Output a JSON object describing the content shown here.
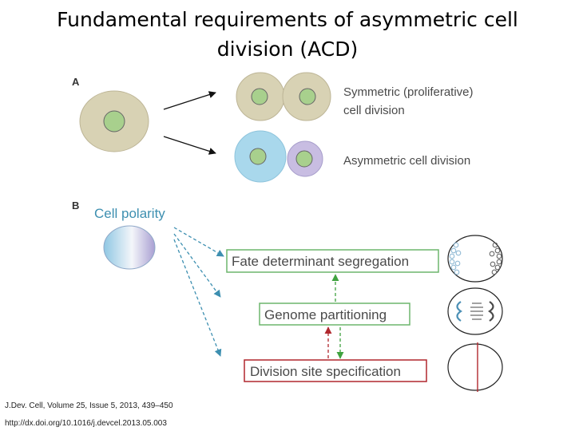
{
  "title": {
    "line1": "Fundamental requirements of asymmetric cell",
    "line2": "division (ACD)"
  },
  "panel_a": {
    "label": "A",
    "symmetric_line1": "Symmetric (proliferative)",
    "symmetric_line2": "cell division",
    "asymmetric": "Asymmetric cell division"
  },
  "panel_b": {
    "label": "B",
    "polarity": "Cell polarity",
    "fate": "Fate determinant segregation",
    "genome": "Genome partitioning",
    "division_site": "Division site specification"
  },
  "citation": {
    "line1": "J.Dev. Cell, Volume 25, Issue 5, 2013, 439–450",
    "line2": "http://dx.doi.org/10.1016/j.devcel.2013.05.003"
  },
  "colors": {
    "cell_tan": "#d8d2b4",
    "nucleus_green": "#a8d08d",
    "cell_blue": "#a9d8ec",
    "cell_purple": "#c8bde2",
    "box_green": "#6db56d",
    "label_blue": "#3d8fb0",
    "arrow_red": "#b0272d",
    "text_gray": "#4a4a4a"
  }
}
